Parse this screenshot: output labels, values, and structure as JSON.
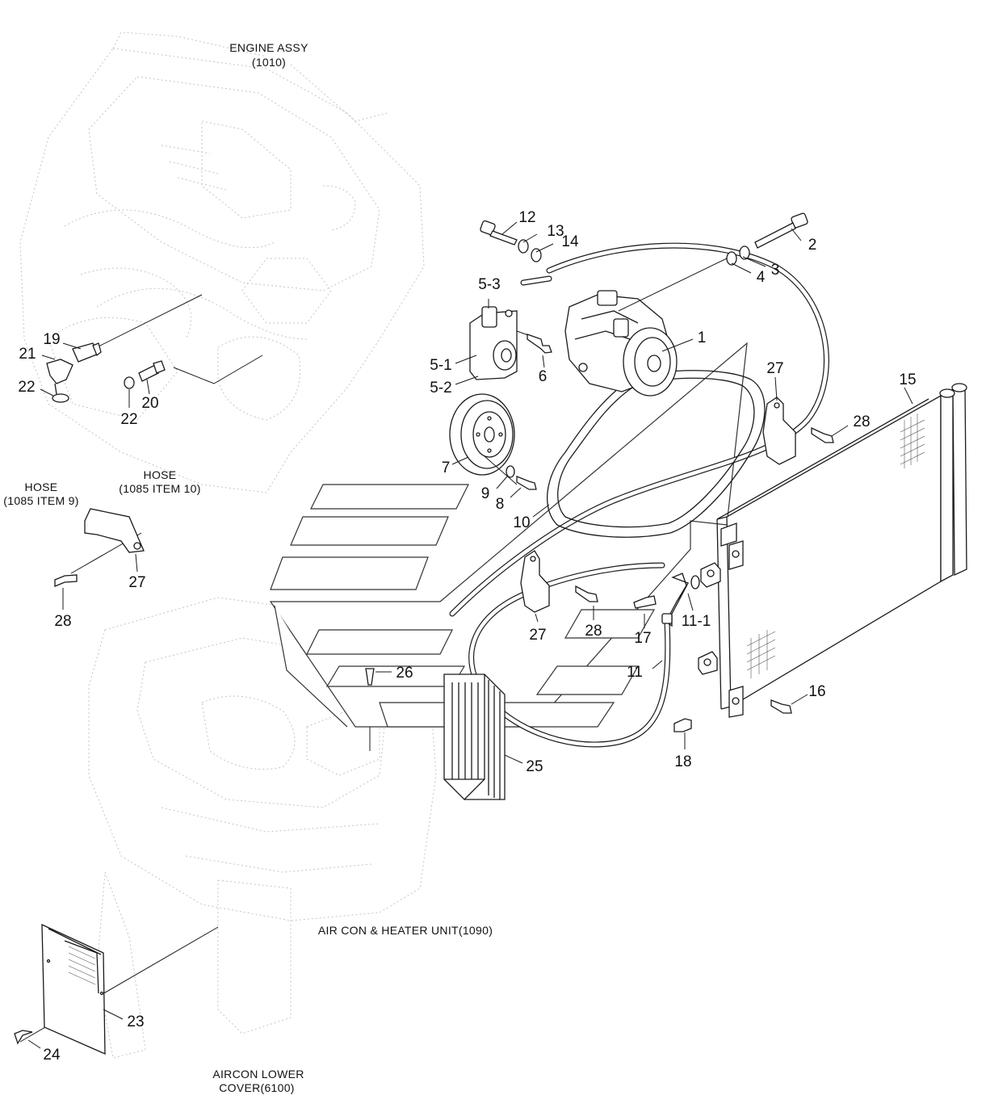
{
  "diagram": {
    "references": {
      "engine_assy": [
        "ENGINE ASSY",
        "(1010)"
      ],
      "hose_item9": [
        "HOSE",
        "(1085 ITEM 9)"
      ],
      "hose_item10": [
        "HOSE",
        "(1085 ITEM 10)"
      ],
      "aircon_heater_unit": "AIR CON & HEATER UNIT(1090)",
      "aircon_lower_cover": [
        "AIRCON LOWER",
        "COVER(6100)"
      ]
    },
    "part_labels": {
      "p1": "1",
      "p2": "2",
      "p3": "3",
      "p4": "4",
      "p5_1": "5-1",
      "p5_2": "5-2",
      "p5_3": "5-3",
      "p6": "6",
      "p7": "7",
      "p8": "8",
      "p9": "9",
      "p10": "10",
      "p11": "11",
      "p11_1": "11-1",
      "p12": "12",
      "p13": "13",
      "p14": "14",
      "p15": "15",
      "p16": "16",
      "p17": "17",
      "p18": "18",
      "p19": "19",
      "p20": "20",
      "p21": "21",
      "p22a": "22",
      "p22b": "22",
      "p23": "23",
      "p24": "24",
      "p25": "25",
      "p26": "26",
      "p27a": "27",
      "p27b": "27",
      "p27c": "27",
      "p28a": "28",
      "p28b": "28",
      "p28c": "28"
    }
  }
}
